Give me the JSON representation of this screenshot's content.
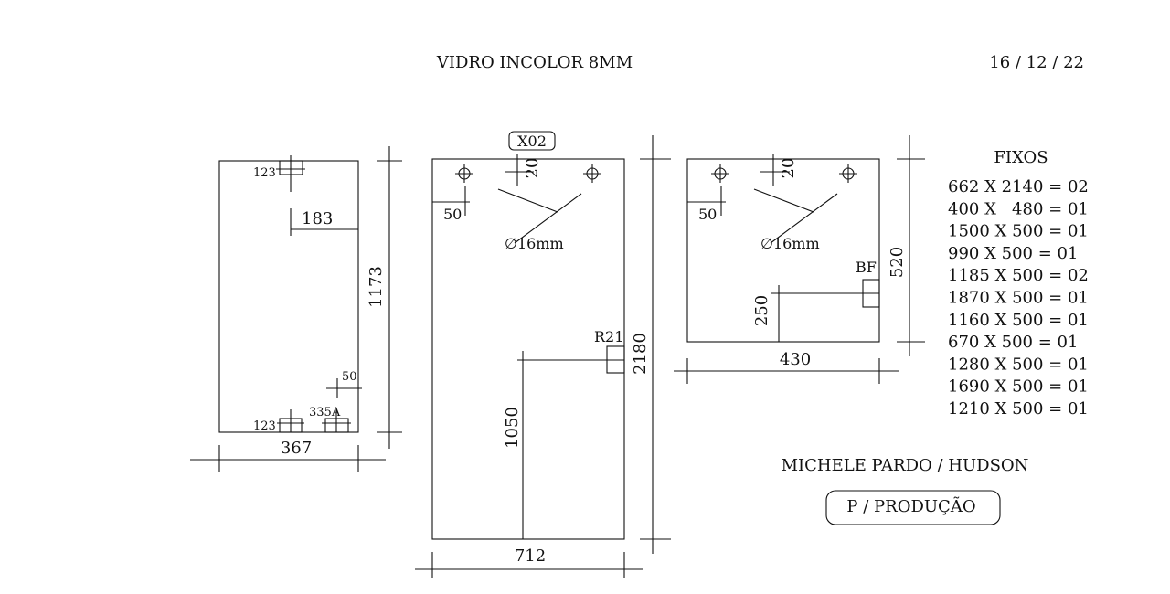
{
  "header": {
    "title": "VIDRO INCOLOR 8MM",
    "date": "16 / 12 / 22"
  },
  "panel_left": {
    "notch_top_label": "123",
    "notch_bottom_label": "123",
    "notch_dim": "183",
    "small_dim": "50",
    "hole_label": "335A",
    "height": "1173",
    "width": "367"
  },
  "panel_middle": {
    "tag": "X02",
    "top_dim": "20",
    "side_dim": "50",
    "hole_label": "∅16mm",
    "notch_label": "R21",
    "notch_height": "1050",
    "height": "2180",
    "width": "712"
  },
  "panel_right": {
    "top_dim": "20",
    "side_dim": "50",
    "hole_label": "∅16mm",
    "notch_label": "BF",
    "height": "520",
    "notch_height": "250",
    "width": "430"
  },
  "fixos": {
    "title": "FIXOS",
    "items": [
      "662 X 2140 = 02",
      "400 X   480 = 01",
      "1500 X 500 = 01",
      "990 X 500 = 01",
      "1185 X 500 = 02",
      "1870 X 500 = 01",
      "1160 X 500 = 01",
      "670 X 500 = 01",
      "1280 X 500 = 01",
      "1690 X 500 = 01",
      "1210 X 500 = 01"
    ]
  },
  "footer": {
    "client": "MICHELE PARDO / HUDSON",
    "status": "P / PRODUÇÃO"
  }
}
